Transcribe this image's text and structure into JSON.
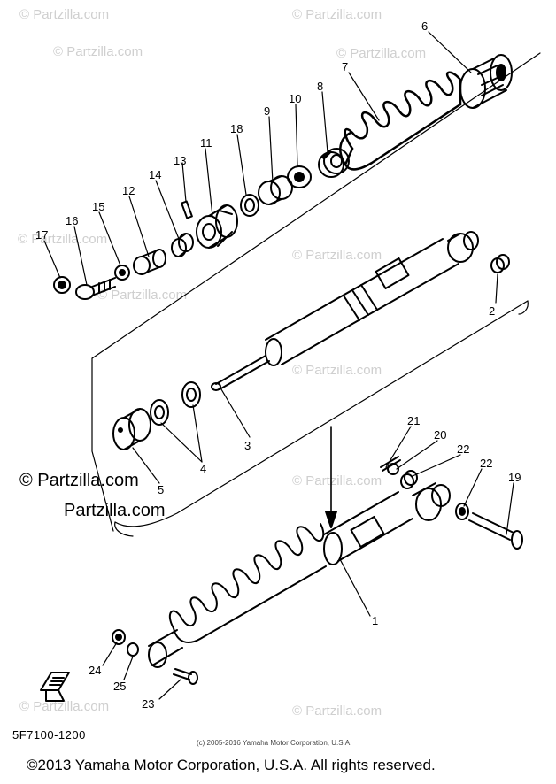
{
  "watermarks": {
    "small": "© Partzilla.com",
    "large": "© Partzilla.com"
  },
  "callouts": [
    "1",
    "2",
    "3",
    "4",
    "5",
    "6",
    "7",
    "8",
    "9",
    "10",
    "11",
    "12",
    "13",
    "14",
    "15",
    "16",
    "17",
    "18",
    "19",
    "20",
    "21",
    "22",
    "22",
    "23",
    "24",
    "25"
  ],
  "figure_code": "5F7100-1200",
  "credit_small": "(c) 2005-2016 Yamaha Motor Corporation, U.S.A.",
  "copyright": "©2013 Yamaha Motor Corporation, U.S.A. All rights reserved."
}
